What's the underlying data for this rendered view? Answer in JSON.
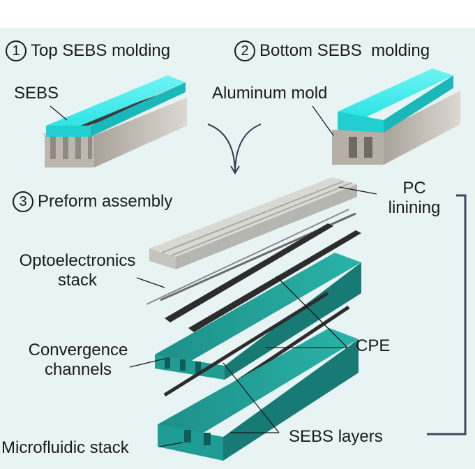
{
  "steps": [
    {
      "number": "1",
      "label": "Top SEBS molding"
    },
    {
      "number": "2",
      "label": "Bottom SEBS  molding"
    },
    {
      "number": "3",
      "label": "Preform assembly"
    }
  ],
  "labels": {
    "sebs": "SEBS",
    "aluminum_mold": "Aluminum mold",
    "pc_lining_1": "PC",
    "pc_lining_2": "linining",
    "opto_1": "Optoelectronics",
    "opto_2": "stack",
    "conv_1": "Convergence",
    "conv_2": "channels",
    "cpe": "CPE",
    "sebs_layers": "SEBS layers",
    "microfluidic_stack": "Microfluidic stack"
  },
  "colors": {
    "sebs_cyan": "#28e3e3",
    "sebs_teal": "#1f9d94",
    "aluminum": "#c9c4bc",
    "pc_lining": "#c4c4bf",
    "cpe_black": "#2c2c2c",
    "bracket": "#3c4a5e",
    "background": "#e8f3f3"
  }
}
